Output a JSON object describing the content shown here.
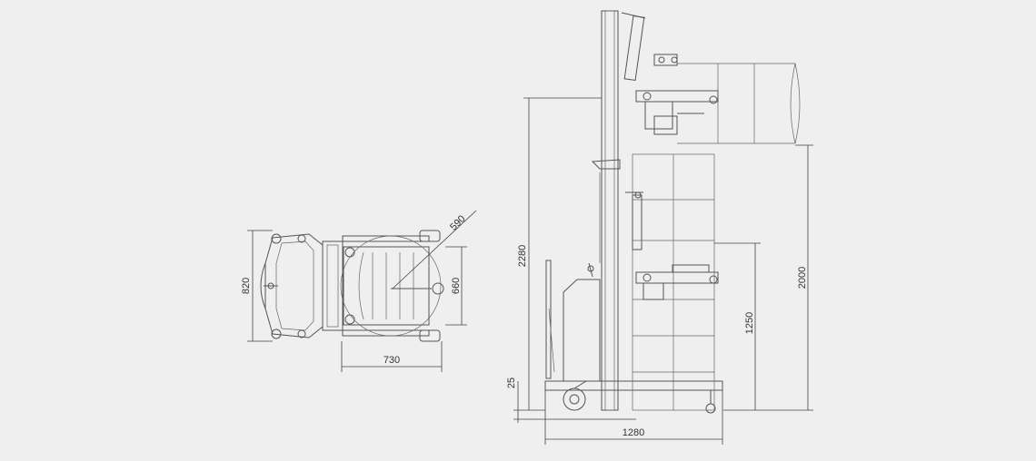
{
  "dimensions": {
    "top_width": "730",
    "top_depth": "820",
    "top_inner": "660",
    "top_diag": "590",
    "side_length": "1280",
    "side_height": "2280",
    "side_lift": "2000",
    "side_mid": "1250",
    "side_ground": "25"
  },
  "colors": {
    "background": "#efefef",
    "line": "#555555"
  }
}
